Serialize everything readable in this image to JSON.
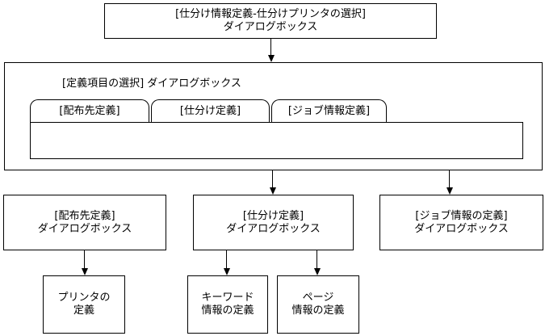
{
  "diagram": {
    "top_box": {
      "line1": "[仕分け情報定義-仕分けプリンタの選択]",
      "line2": "ダイアログボックス"
    },
    "selection_box": {
      "label": "[定義項目の選択] ダイアログボックス",
      "tabs": [
        {
          "label": "[配布先定義]"
        },
        {
          "label": "[仕分け定義]"
        },
        {
          "label": "[ジョブ情報定義]"
        }
      ]
    },
    "dialog_boxes": [
      {
        "line1": "[配布先定義]",
        "line2": "ダイアログボックス"
      },
      {
        "line1": "[仕分け定義]",
        "line2": "ダイアログボックス"
      },
      {
        "line1": "[ジョブ情報の定義]",
        "line2": "ダイアログボックス"
      }
    ],
    "leaf_boxes": [
      {
        "line1": "プリンタの",
        "line2": "定義"
      },
      {
        "line1": "キーワード",
        "line2": "情報の定義"
      },
      {
        "line1": "ページ",
        "line2": "情報の定義"
      }
    ],
    "colors": {
      "border": "#000000",
      "background": "#ffffff",
      "text": "#000000"
    }
  }
}
